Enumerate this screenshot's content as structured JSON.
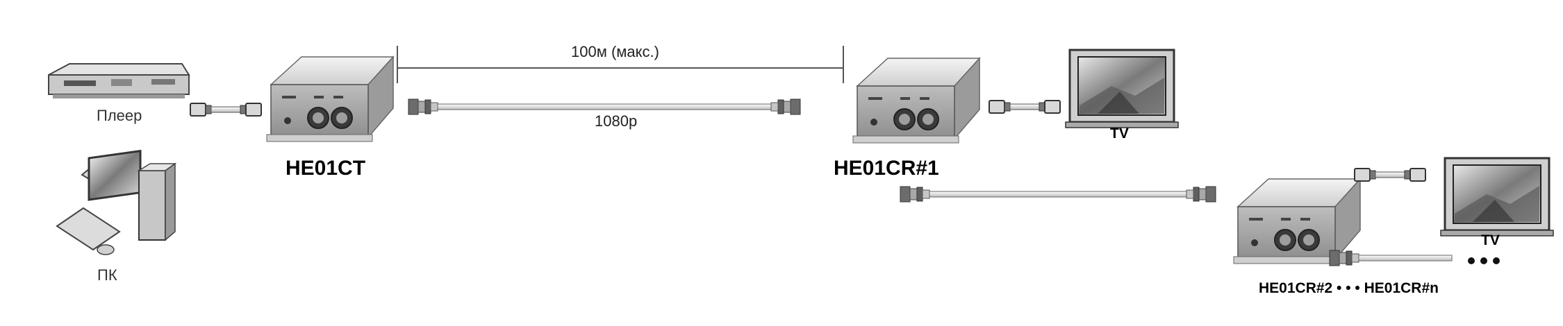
{
  "labels": {
    "player": "Плеер",
    "pc": "ПК",
    "transmitter": "HE01CT",
    "distance": "100м (макс.)",
    "resolution": "1080p",
    "receiver1": "HE01CR#1",
    "tv1": "TV",
    "tv2": "TV",
    "receiver_chain": "HE01CR#2 • • • HE01CR#n"
  },
  "icons": {
    "player": "dvd-player-icon",
    "pc": "desktop-pc-icon",
    "extender": "bnc-extender-box-icon",
    "tv": "flat-panel-tv-icon",
    "cable": "bnc-coax-cable-icon",
    "hdmi": "hdmi-cable-icon"
  },
  "colors": {
    "line": "#555555",
    "device_light": "#e2e2e2",
    "device_dark": "#8a8a8a",
    "label": "#000000"
  }
}
